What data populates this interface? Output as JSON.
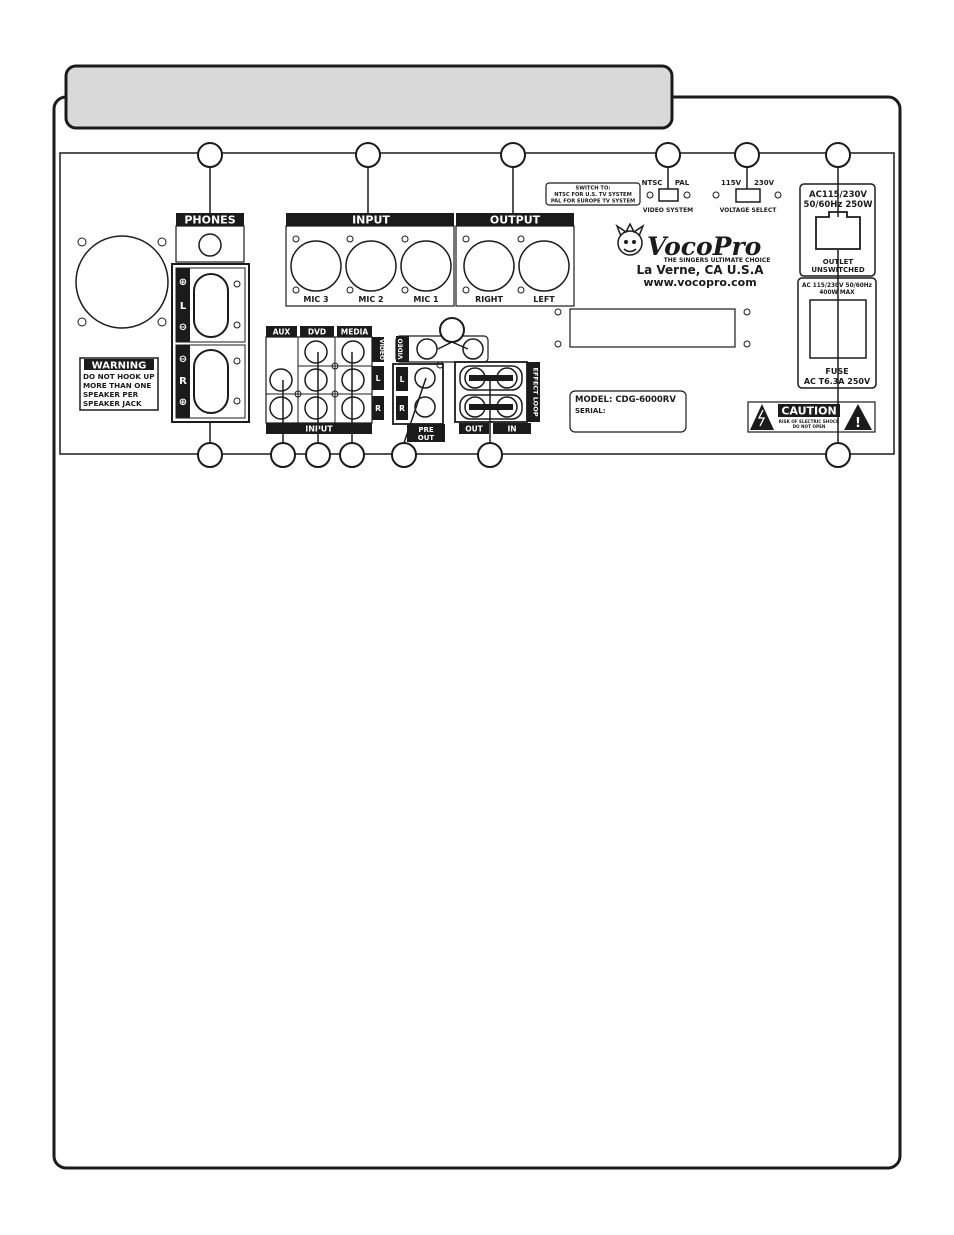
{
  "panel": {
    "phones": "PHONES",
    "input_top": "INPUT",
    "output_top": "OUTPUT",
    "mic3": "MIC 3",
    "mic2": "MIC 2",
    "mic1": "MIC 1",
    "right": "RIGHT",
    "left": "LEFT",
    "switch_title": "SWITCH TO:",
    "switch_line1": "NTSC FOR U.S. TV SYSTEM",
    "switch_line2": "PAL FOR EUROPE TV SYSTEM",
    "ntsc": "NTSC",
    "pal": "PAL",
    "video_system": "VIDEO SYSTEM",
    "v115": "115V",
    "v230": "230V",
    "voltage_select": "VOLTAGE SELECT",
    "outlet_spec1": "AC115/230V",
    "outlet_spec2": "50/60Hz 250W",
    "outlet": "OUTLET",
    "unswitched": "UNSWITCHED",
    "power_spec1": "AC 115/230V 50/60Hz",
    "power_spec2": "400W MAX",
    "fuse": "FUSE",
    "fuse_spec": "AC T6.3A 250V",
    "brand": "VocoPro",
    "tagline": "THE SINGERS ULTIMATE CHOICE",
    "location": "La Verne, CA U.S.A",
    "website": "www.vocopro.com",
    "warning_title": "WARNING",
    "warning_lines": [
      "DO NOT HOOK UP",
      "MORE THAN ONE",
      "SPEAKER PER",
      "SPEAKER JACK"
    ],
    "aux": "AUX",
    "dvd": "DVD",
    "media": "MEDIA",
    "video_side": "VIDEO",
    "l": "L",
    "r": "R",
    "input_bottom": "INPUT",
    "video_out": "VIDEO",
    "pre": "PRE",
    "out_word": "OUT",
    "effect_out": "OUT",
    "effect_in": "IN",
    "effect_loop": "EFFECT LOOP",
    "model": "MODEL: CDG-6000RV",
    "serial": "SERIAL:",
    "caution": "CAUTION",
    "caution_sub1": "RISK OF ELECTRIC SHOCK",
    "caution_sub2": "DO NOT OPEN",
    "exclaim": "!",
    "plus": "⊕",
    "minus": "⊖"
  }
}
